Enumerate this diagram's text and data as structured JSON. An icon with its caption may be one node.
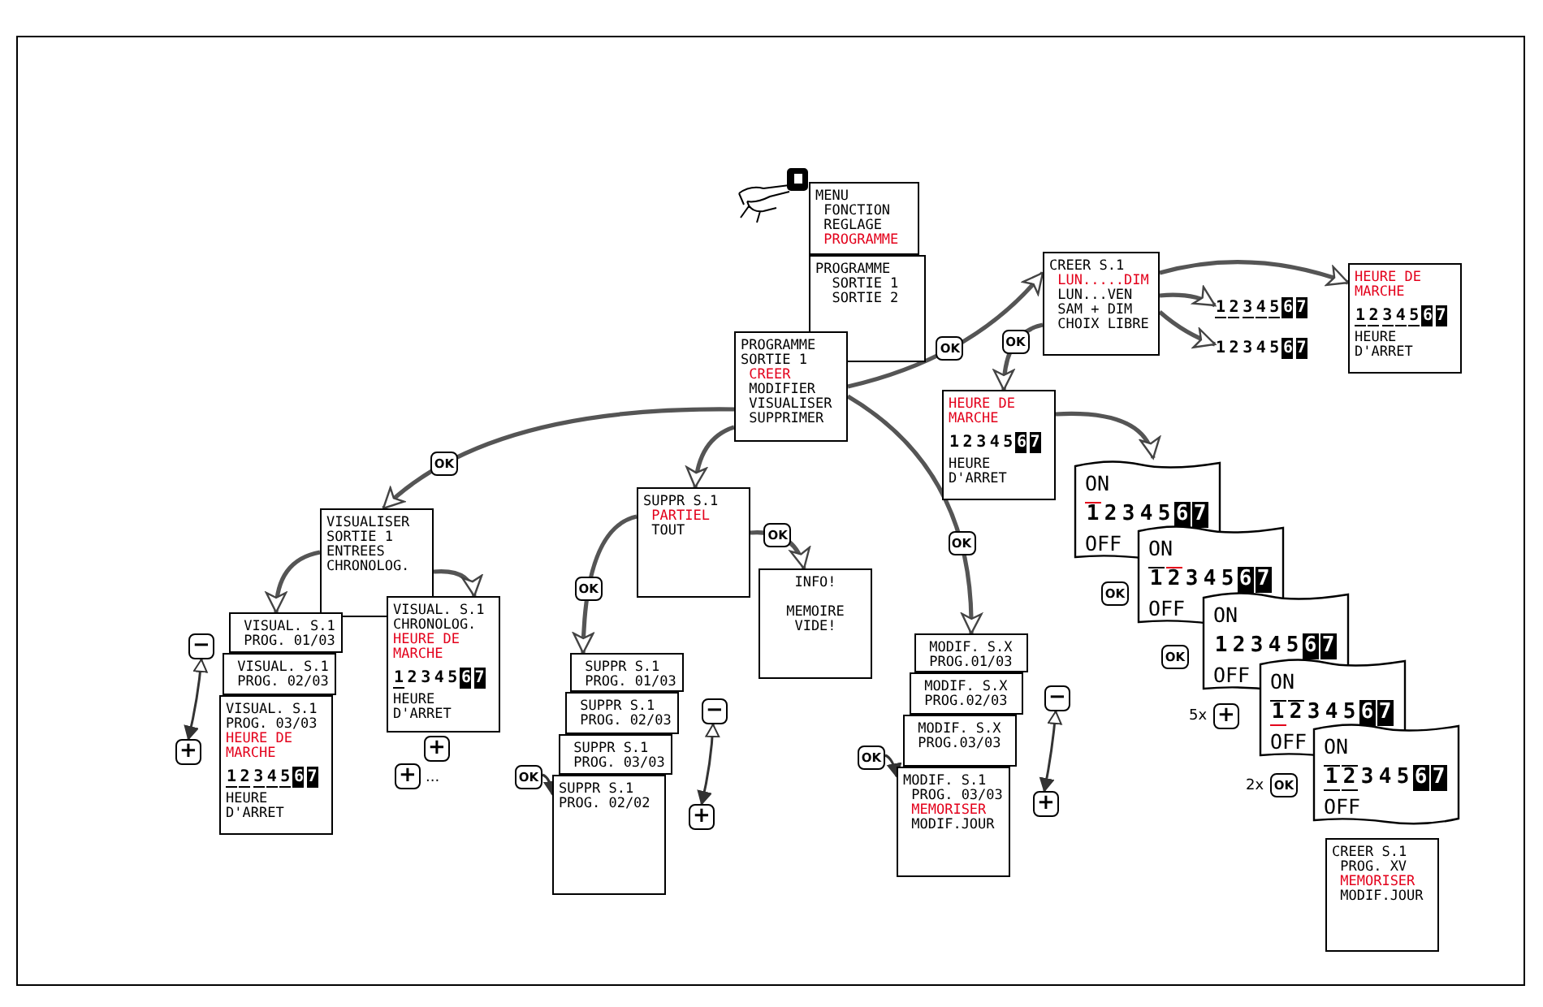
{
  "diagram": {
    "nodes": [
      {
        "text": [
          "MENU",
          "FONCTION",
          "REGLAGE",
          "PROGRAMME"
        ]
      },
      {
        "text": [
          "PROGRAMME",
          "SORTIE 1",
          "SORTIE 2"
        ]
      },
      {
        "text": [
          "PROGRAMME",
          "SORTIE 1",
          "CREER",
          "MODIFIER",
          "VISUALISER",
          "SUPPRIMER"
        ]
      },
      {
        "text": [
          "CREER S.1",
          "LUN.....DIM",
          "LUN...VEN",
          "SAM + DIM",
          "CHOIX LIBRE"
        ]
      },
      {
        "text": [
          "1 2 3 4 5 6 7"
        ]
      },
      {
        "text": [
          "1 2 3 4 5 6 7"
        ]
      },
      {
        "text": [
          "HEURE DE MARCHE",
          "1 2 3 4 5 6 7",
          "HEURE D'ARRET"
        ]
      },
      {
        "text": [
          "HEURE DE MARCHE",
          "1 2 3 4 5 6 7",
          "HEURE D'ARRET"
        ]
      },
      {
        "text": [
          "ON",
          "1 2 3 4 5 6 7",
          "OFF"
        ]
      },
      {
        "text": [
          "ON",
          "1 2 3 4 5 6 7",
          "OFF"
        ]
      },
      {
        "text": [
          "ON",
          "1 2 3 4 5 6 7",
          "OFF"
        ]
      },
      {
        "text": [
          "ON",
          "1 2 3 4 5 6 7",
          "OFF"
        ]
      },
      {
        "text": [
          "ON",
          "1 2 3 4 5 6 7",
          "OFF"
        ]
      },
      {
        "text": [
          "CREER S.1",
          "PROG. XV",
          "MEMORISER",
          "MODIF.JOUR"
        ]
      },
      {
        "text": [
          "VISUALISER",
          "SORTIE 1",
          "ENTREES",
          "CHRONOLOG."
        ]
      },
      {
        "text": [
          "VISUAL. S.1",
          "PROG. 01/03"
        ]
      },
      {
        "text": [
          "VISUAL. S.1",
          "PROG. 02/03"
        ]
      },
      {
        "text": [
          "VISUAL. S.1",
          "PROG. 03/03",
          "HEURE DE MARCHE",
          "1 2 3 4 5 6 7",
          "HEURE D'ARRET"
        ]
      },
      {
        "text": [
          "VISUAL. S.1",
          "CHRONOLOG.",
          "HEURE DE MARCHE",
          "1 2 3 4 5 6 7",
          "HEURE D'ARRET"
        ]
      },
      {
        "text": [
          "SUPPR S.1",
          "PARTIEL",
          "TOUT"
        ]
      },
      {
        "text": [
          "INFO!",
          "MEMOIRE VIDE!"
        ]
      },
      {
        "text": [
          "SUPPR S.1",
          "PROG. 01/03"
        ]
      },
      {
        "text": [
          "SUPPR S.1",
          "PROG. 02/03"
        ]
      },
      {
        "text": [
          "SUPPR S.1",
          "PROG. 03/03"
        ]
      },
      {
        "text": [
          "SUPPR S.1",
          "PROG. 02/02"
        ]
      },
      {
        "text": [
          "MODIF. S.X",
          "PROG.01/03"
        ]
      },
      {
        "text": [
          "MODIF. S.X",
          "PROG.02/03"
        ]
      },
      {
        "text": [
          "MODIF. S.X",
          "PROG.03/03"
        ]
      },
      {
        "text": [
          "MODIF. S.1",
          "PROG. 03/03",
          "MEMORISER",
          "MODIF.JOUR"
        ]
      },
      {
        "text": [
          "−"
        ]
      },
      {
        "text": [
          "+"
        ]
      },
      {
        "text": [
          "−"
        ]
      },
      {
        "text": [
          "+"
        ]
      },
      {
        "text": [
          "−"
        ]
      },
      {
        "text": [
          "+"
        ]
      },
      {
        "text": [
          "OK"
        ]
      },
      {
        "text": [
          "OK"
        ]
      }
    ],
    "edges": [
      {
        "from": 2,
        "to": 3,
        "arrow": "to",
        "label": "OK"
      },
      {
        "from": 3,
        "to": 6,
        "arrow": "to"
      },
      {
        "from": 3,
        "to": 4,
        "arrow": "to"
      },
      {
        "from": 3,
        "to": 5,
        "arrow": "to"
      },
      {
        "from": 3,
        "to": 7,
        "arrow": "to",
        "label": "OK"
      },
      {
        "from": 7,
        "to": 8,
        "arrow": "to"
      },
      {
        "from": 2,
        "to": 25,
        "arrow": "to",
        "label": "OK"
      },
      {
        "from": 2,
        "to": 14,
        "arrow": "to",
        "label": "OK"
      },
      {
        "from": 2,
        "to": 19,
        "arrow": "to"
      },
      {
        "from": 19,
        "to": 21,
        "arrow": "to",
        "label": "OK"
      },
      {
        "from": 19,
        "to": 20,
        "arrow": "to",
        "label": "OK"
      },
      {
        "from": 14,
        "to": 15,
        "arrow": "to"
      },
      {
        "from": 14,
        "to": 18,
        "arrow": "to"
      },
      {
        "from": 29,
        "to": 30,
        "arrow": "both"
      },
      {
        "from": 31,
        "to": 32,
        "arrow": "both"
      },
      {
        "from": 33,
        "to": 34,
        "arrow": "both"
      },
      {
        "from": 35,
        "to": 24,
        "arrow": "to"
      },
      {
        "from": 36,
        "to": 28,
        "arrow": "to"
      }
    ],
    "labels": [
      "+",
      "+",
      "...",
      "OK",
      "OK",
      "5x",
      "+",
      "2x",
      "OK"
    ]
  }
}
